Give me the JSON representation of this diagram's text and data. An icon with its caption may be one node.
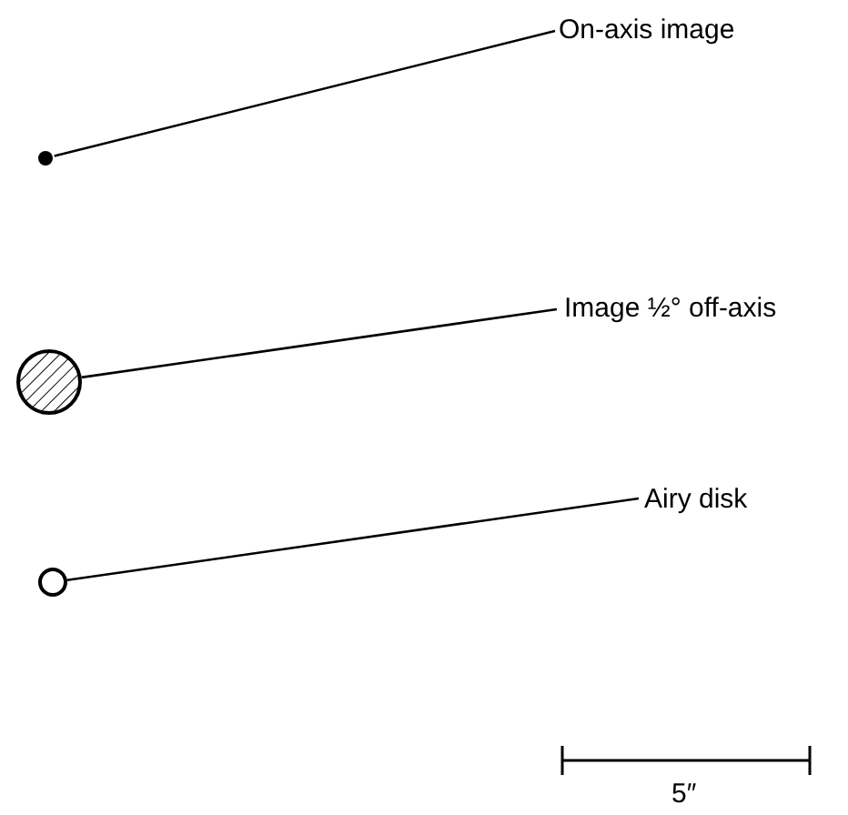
{
  "diagram": {
    "nodes": [
      {
        "text": [
          "On-axis image"
        ]
      },
      {
        "text": [],
        "shape": "circle"
      },
      {
        "text": [
          "Image ½° off-axis"
        ]
      },
      {
        "text": [],
        "shape": "circle"
      },
      {
        "text": [
          "Airy disk"
        ]
      },
      {
        "text": [],
        "shape": "circle"
      }
    ],
    "edges": [
      {
        "from": 0,
        "to": 1,
        "arrow": "none"
      },
      {
        "from": 2,
        "to": 3,
        "arrow": "none"
      },
      {
        "from": 4,
        "to": 5,
        "arrow": "none"
      }
    ],
    "labels": [
      "5″"
    ]
  }
}
